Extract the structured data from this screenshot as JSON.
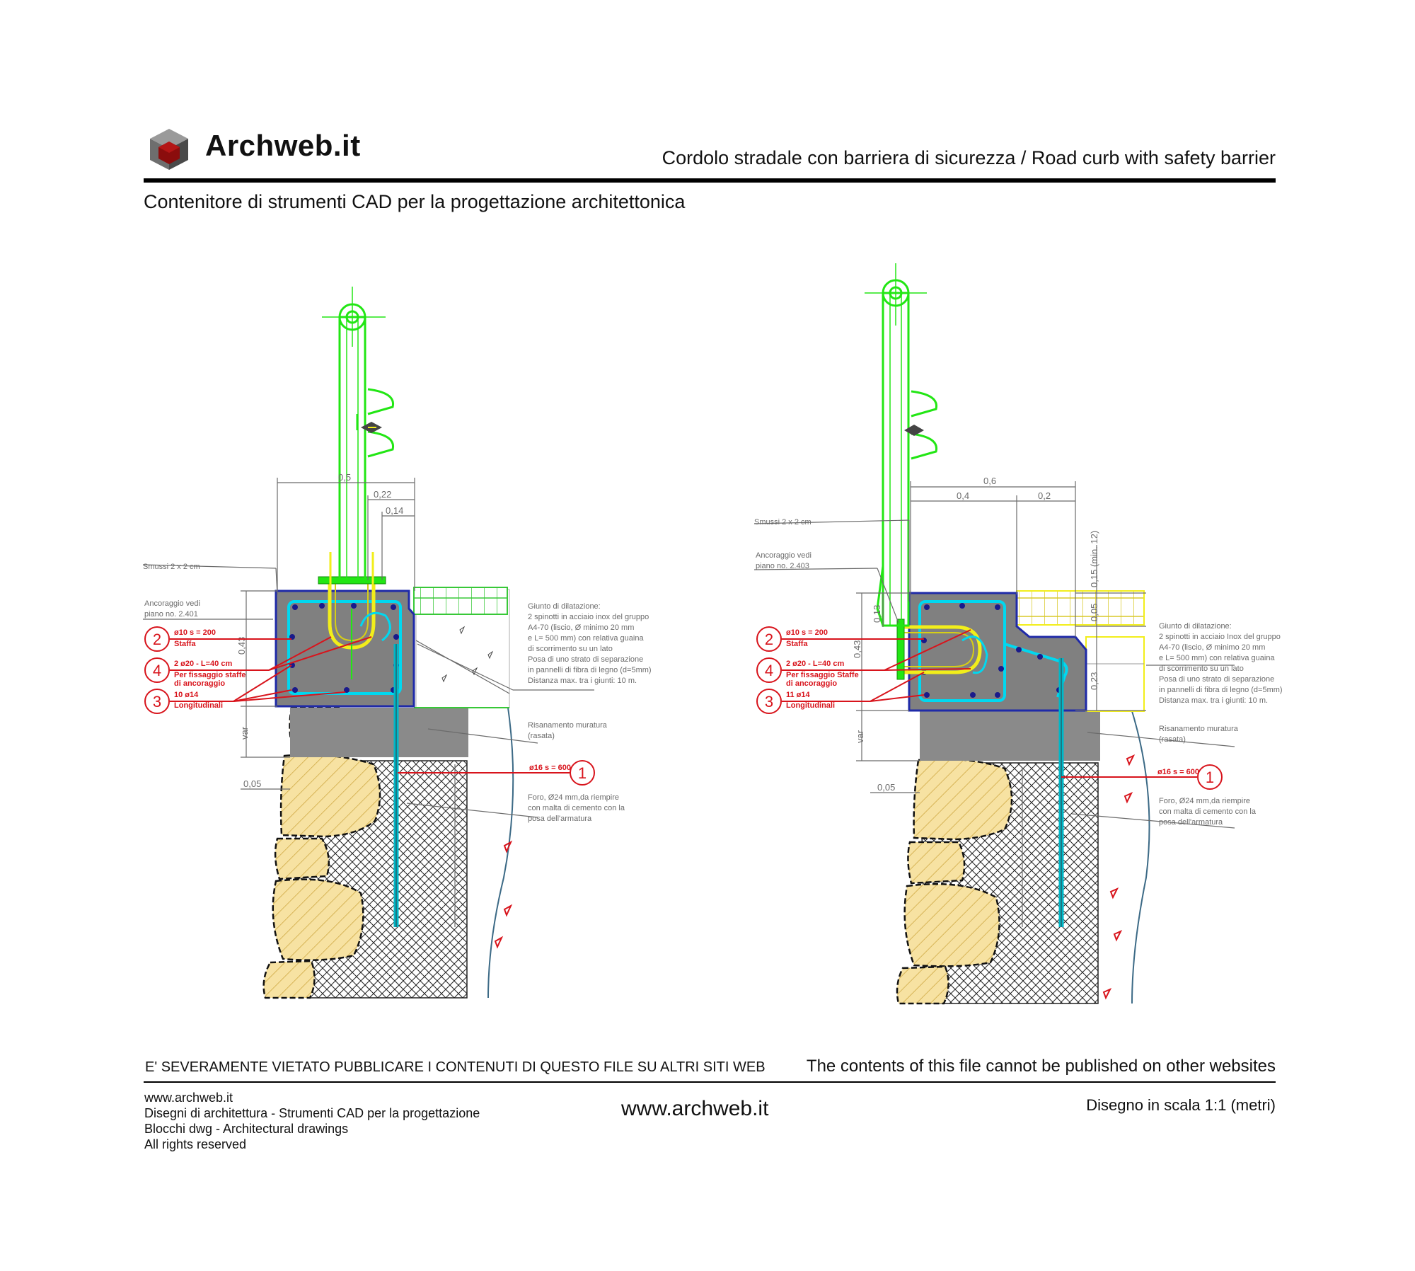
{
  "header": {
    "brand": "Archweb.it",
    "title": "Cordolo stradale con barriera di sicurezza  /  Road curb with safety barrier",
    "subtitle": "Contenitore di strumenti CAD per la progettazione architettonica"
  },
  "left_detail": {
    "dim_top": "0,5",
    "dim_mid": "0,22",
    "dim_small": "0,14",
    "dim_height": "0,43",
    "dim_var": "var",
    "dim_offset": "0,05",
    "note_smussi": "Smussi 2 x 2 cm",
    "note_anchor_1": "Ancoraggio vedi",
    "note_anchor_2": "piano no. 2.401",
    "tag2_num": "2",
    "tag2_line1": "ø10    s = 200",
    "tag2_line2": "Staffa",
    "tag4_num": "4",
    "tag4_line1": "2  ø20 - L=40 cm",
    "tag4_line2": "Per fissaggio staffe",
    "tag4_line3": "di ancoraggio",
    "tag3_num": "3",
    "tag3_line1": "10  ø14",
    "tag3_line2": "Longitudinali",
    "tag1_num": "1",
    "tag1_line1": "ø16  s = 600",
    "joint": [
      "Giunto di dilatazione:",
      "2 spinotti in acciaio inox del gruppo",
      "A4-70 (liscio, Ø minimo 20 mm",
      "e L= 500 mm) con relativa guaina",
      "di scorrimento su un lato",
      "Posa di uno strato di separazione",
      "in pannelli di fibra di legno (d=5mm)",
      "Distanza max. tra i giunti: 10 m."
    ],
    "repair": [
      "Risanamento muratura",
      "(rasata)"
    ],
    "hole": [
      "Foro, Ø24 mm,da riempire",
      "con malta di cemento con la",
      "posa dell'armatura"
    ]
  },
  "right_detail": {
    "dim_top": "0,6",
    "dim_left": "0,4",
    "dim_right": "0,2",
    "dim_vert_top": "0,15 (min. 12)",
    "dim_vert_a": "0,05",
    "dim_vert_b": "0,23",
    "dim_height": "0,43",
    "dim_013": "0,13",
    "dim_var": "var",
    "dim_offset": "0,05",
    "note_smussi": "Smussi 2 x 2 cm",
    "note_anchor_1": "Ancoraggio vedi",
    "note_anchor_2": "piano no. 2.403",
    "tag2_num": "2",
    "tag2_line1": "ø10    s = 200",
    "tag2_line2": "Staffa",
    "tag4_num": "4",
    "tag4_line1": "2  ø20 - L=40 cm",
    "tag4_line2": "Per fissaggio Staffe",
    "tag4_line3": "di ancoraggio",
    "tag3_num": "3",
    "tag3_line1": "11  ø14",
    "tag3_line2": "Longitudinali",
    "tag1_num": "1",
    "tag1_line1": "ø16  s = 600",
    "joint": [
      "Giunto di dilatazione:",
      "2 spinotti in acciaio Inox del gruppo",
      "A4-70 (liscio, Ø minimo 20 mm",
      "e L= 500 mm) con relativa guaina",
      "di scorrimento su un lato",
      "Posa di uno strato di separazione",
      "in pannelli di fibra di legno (d=5mm)",
      "Distanza max. tra i giunti: 10 m."
    ],
    "repair": [
      "Risanamento muratura",
      "(rasata)"
    ],
    "hole": [
      "Foro, Ø24 mm,da riempire",
      "con malta di cemento con la",
      "posa dell'armatura"
    ]
  },
  "footer": {
    "warning_it": "E' SEVERAMENTE VIETATO PUBBLICARE I CONTENUTI DI QUESTO FILE SU ALTRI SITI WEB",
    "warning_en": "The contents of this file cannot be published on other websites",
    "line1": "www.archweb.it",
    "line2": "Disegni di architettura - Strumenti CAD  per la progettazione",
    "line3": "Blocchi dwg - Architectural drawings",
    "line4": "All rights reserved",
    "url": "www.archweb.it",
    "scale": "Disegno in scala 1:1 (metri)"
  },
  "colors": {
    "barrier": "#22e614",
    "rebar": "#00d8f0",
    "curb_outline": "#1f2aa8",
    "concrete": "#7f7f7f",
    "stone": "#f7e2a2",
    "annotation": "#d8141c",
    "dims": "#6b6b6b",
    "paving": "#38c838",
    "yellow": "#f2ee1a"
  }
}
